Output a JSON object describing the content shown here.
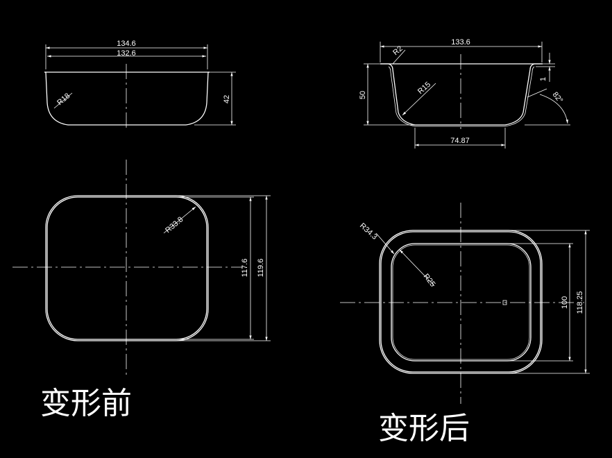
{
  "colors": {
    "background": "#000000",
    "line": "#ffffff"
  },
  "before": {
    "caption": "变形前",
    "side": {
      "width_outer": "134.6",
      "width_inner": "132.6",
      "height": "42",
      "radius": "R18"
    },
    "top": {
      "radius": "R33.8",
      "inner_height": "117.6",
      "outer_height": "119.6"
    }
  },
  "after": {
    "caption": "变形后",
    "side": {
      "width_top": "133.6",
      "radius_rim": "R2",
      "radius_wall": "R15",
      "height": "50",
      "rim": "1",
      "angle": "82°",
      "bottom_width": "74.87"
    },
    "top": {
      "radius_outer": "R34.3",
      "radius_inner": "R25",
      "inner_height": "100",
      "outer_height": "118.25"
    }
  }
}
